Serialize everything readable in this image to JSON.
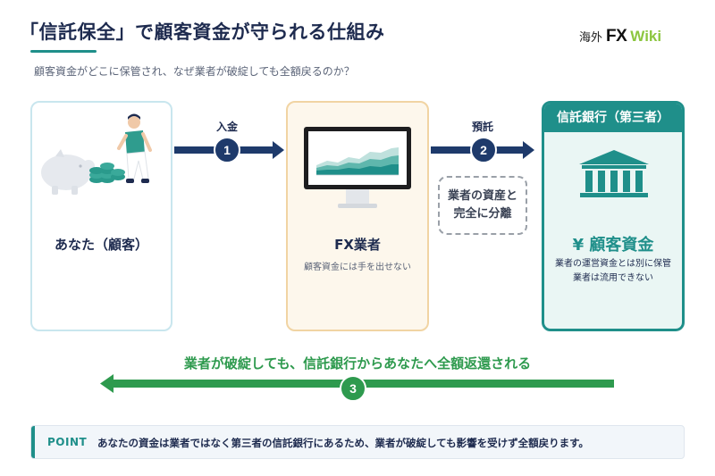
{
  "header": {
    "title": "「信託保全」で顧客資金が守られる仕組み",
    "subtitle": "顧客資金がどこに保管され、なぜ業者が破綻しても全額戻るのか？"
  },
  "logo": {
    "kai": "海外",
    "fx": "FX",
    "wiki": "Wiki"
  },
  "nodes": {
    "you": {
      "label": "あなた（顧客）"
    },
    "fx": {
      "label": "FX業者",
      "caption": "顧客資金には手を出せない"
    },
    "bank": {
      "header": "信託銀行（第三者）",
      "label": "¥ 顧客資金",
      "caption_line1": "業者の運営資金とは別に保管",
      "caption_line2": "業者は流用できない"
    }
  },
  "steps": [
    {
      "number": "1",
      "label": "入金"
    },
    {
      "number": "2",
      "label": "預託"
    },
    {
      "number": "3",
      "label": ""
    }
  ],
  "separation_note": {
    "line1": "業者の資産と",
    "line2": "完全に分離"
  },
  "return_flow": {
    "text": "業者が破綻しても、信託銀行からあなたへ全額返還される"
  },
  "point": {
    "label": "POINT",
    "text": "あなたの資金は業者ではなく第三者の信託銀行にあるため、業者が破綻しても影響を受けず全額戻ります。"
  },
  "colors": {
    "navy": "#1e3a6b",
    "teal": "#1f8f8a",
    "green": "#2e9a4e",
    "fx_border": "#f1d4a3",
    "you_border": "#c9e6ee"
  }
}
